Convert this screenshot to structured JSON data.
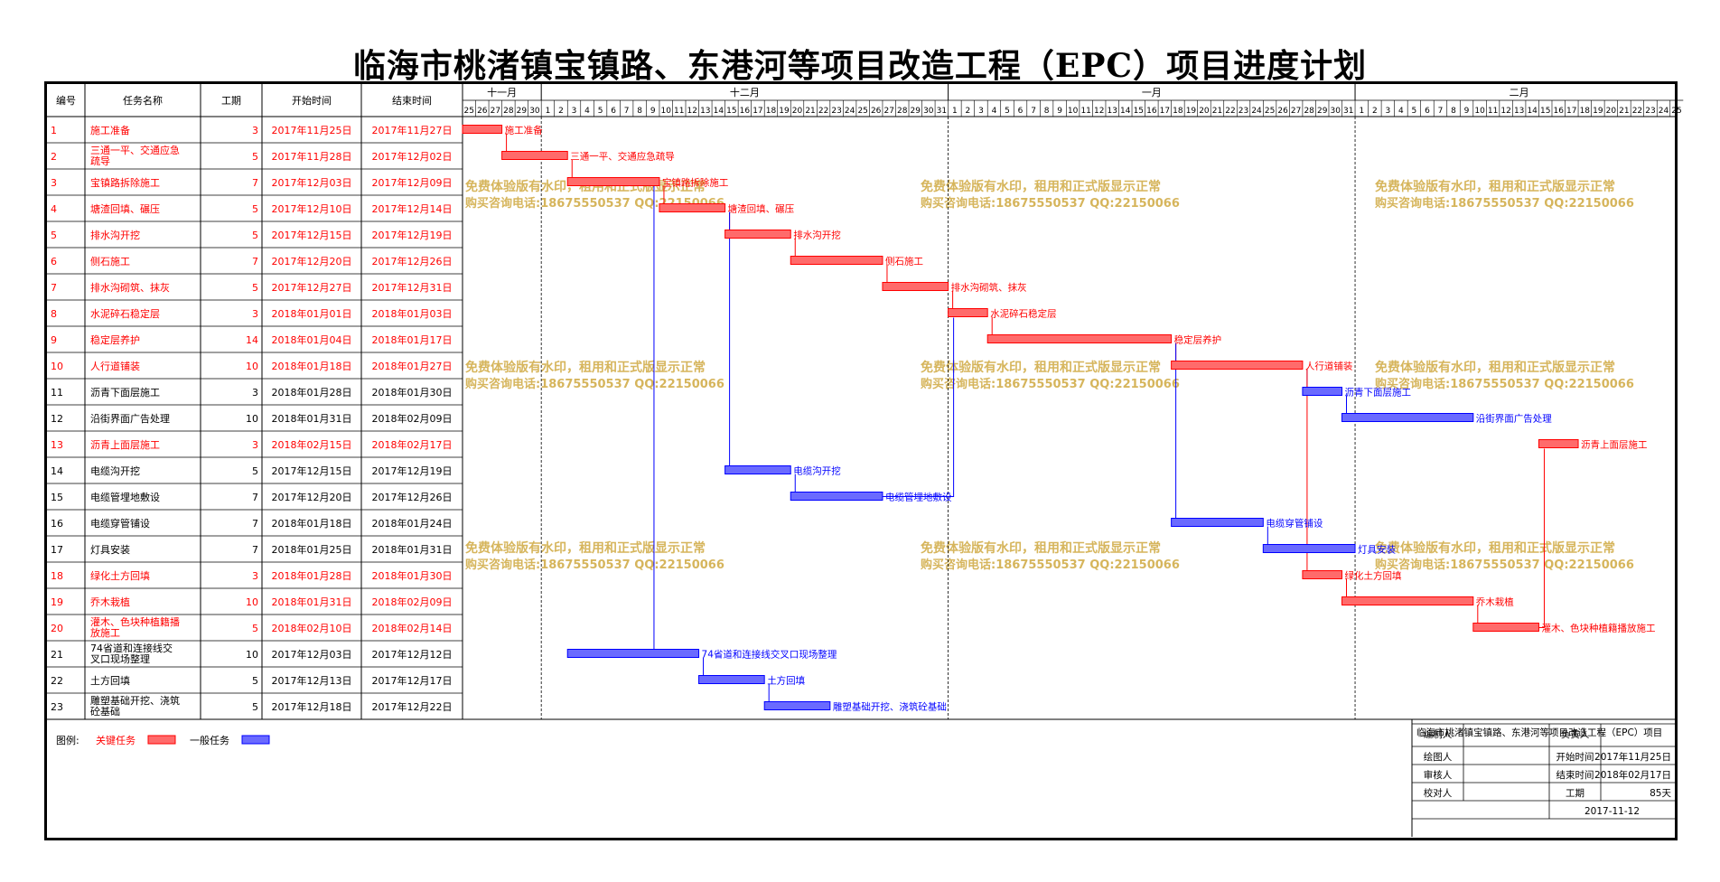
{
  "title": "临海市桃渚镇宝镇路、东港河等项目改造工程（EPC）项目进度计划",
  "colors": {
    "critical": "#ff0000",
    "critical_fill": "#ff6b6b",
    "normal": "#0000ff",
    "normal_fill": "#6a6aff",
    "watermark": "#d6b55c",
    "normal_text": "#000000"
  },
  "table_headers": [
    "编号",
    "任务名称",
    "工期",
    "开始时间",
    "结束时间"
  ],
  "months": [
    {
      "label": "十一月",
      "days": [
        25,
        26,
        27,
        28,
        29,
        30
      ]
    },
    {
      "label": "十二月",
      "days": [
        1,
        2,
        3,
        4,
        5,
        6,
        7,
        8,
        9,
        10,
        11,
        12,
        13,
        14,
        15,
        16,
        17,
        18,
        19,
        20,
        21,
        22,
        23,
        24,
        25,
        26,
        27,
        28,
        29,
        30,
        31
      ]
    },
    {
      "label": "一月",
      "days": [
        1,
        2,
        3,
        4,
        5,
        6,
        7,
        8,
        9,
        10,
        11,
        12,
        13,
        14,
        15,
        16,
        17,
        18,
        19,
        20,
        21,
        22,
        23,
        24,
        25,
        26,
        27,
        28,
        29,
        30,
        31
      ]
    },
    {
      "label": "二月",
      "days": [
        1,
        2,
        3,
        4,
        5,
        6,
        7,
        8,
        9,
        10,
        11,
        12,
        13,
        14,
        15,
        16,
        17,
        18,
        19,
        20,
        21,
        22,
        23,
        24,
        25
      ]
    }
  ],
  "chart_data": {
    "type": "gantt",
    "title": "临海市桃渚镇宝镇路、东港河等项目改造工程（EPC）项目进度计划",
    "timeline_start": "2017-11-25",
    "timeline_end": "2018-02-25",
    "tasks": [
      {
        "id": "1",
        "name": "施工准备",
        "duration": 3,
        "start": "2017年11月25日",
        "end": "2017年11月27日",
        "critical": true,
        "bar_label": "施工准备"
      },
      {
        "id": "2",
        "name": "三通一平、交通应急疏导",
        "duration": 5,
        "start": "2017年11月28日",
        "end": "2017年12月02日",
        "critical": true,
        "bar_label": "三通一平、交通应急疏导"
      },
      {
        "id": "3",
        "name": "宝镇路拆除施工",
        "duration": 7,
        "start": "2017年12月03日",
        "end": "2017年12月09日",
        "critical": true,
        "bar_label": "宝镇路拆除施工"
      },
      {
        "id": "4",
        "name": "塘渣回填、碾压",
        "duration": 5,
        "start": "2017年12月10日",
        "end": "2017年12月14日",
        "critical": true,
        "bar_label": "塘渣回填、碾压"
      },
      {
        "id": "5",
        "name": "排水沟开挖",
        "duration": 5,
        "start": "2017年12月15日",
        "end": "2017年12月19日",
        "critical": true,
        "bar_label": "排水沟开挖"
      },
      {
        "id": "6",
        "name": "侧石施工",
        "duration": 7,
        "start": "2017年12月20日",
        "end": "2017年12月26日",
        "critical": true,
        "bar_label": "侧石施工"
      },
      {
        "id": "7",
        "name": "排水沟砌筑、抹灰",
        "duration": 5,
        "start": "2017年12月27日",
        "end": "2017年12月31日",
        "critical": true,
        "bar_label": "排水沟砌筑、抹灰"
      },
      {
        "id": "8",
        "name": "水泥碎石稳定层",
        "duration": 3,
        "start": "2018年01月01日",
        "end": "2018年01月03日",
        "critical": true,
        "bar_label": "水泥碎石稳定层"
      },
      {
        "id": "9",
        "name": "稳定层养护",
        "duration": 14,
        "start": "2018年01月04日",
        "end": "2018年01月17日",
        "critical": true,
        "bar_label": "稳定层养护"
      },
      {
        "id": "10",
        "name": "人行道铺装",
        "duration": 10,
        "start": "2018年01月18日",
        "end": "2018年01月27日",
        "critical": true,
        "bar_label": "人行道铺装"
      },
      {
        "id": "11",
        "name": "沥青下面层施工",
        "duration": 3,
        "start": "2018年01月28日",
        "end": "2018年01月30日",
        "critical": false,
        "bar_label": "沥青下面层施工"
      },
      {
        "id": "12",
        "name": "沿街界面广告处理",
        "duration": 10,
        "start": "2018年01月31日",
        "end": "2018年02月09日",
        "critical": false,
        "bar_label": "沿街界面广告处理"
      },
      {
        "id": "13",
        "name": "沥青上面层施工",
        "duration": 3,
        "start": "2018年02月15日",
        "end": "2018年02月17日",
        "critical": true,
        "bar_label": "沥青上面层施工"
      },
      {
        "id": "14",
        "name": "电缆沟开挖",
        "duration": 5,
        "start": "2017年12月15日",
        "end": "2017年12月19日",
        "critical": false,
        "bar_label": "电缆沟开挖"
      },
      {
        "id": "15",
        "name": "电缆管埋地敷设",
        "duration": 7,
        "start": "2017年12月20日",
        "end": "2017年12月26日",
        "critical": false,
        "bar_label": "电缆管埋地敷设"
      },
      {
        "id": "16",
        "name": "电缆穿管铺设",
        "duration": 7,
        "start": "2018年01月18日",
        "end": "2018年01月24日",
        "critical": false,
        "bar_label": "电缆穿管铺设"
      },
      {
        "id": "17",
        "name": "灯具安装",
        "duration": 7,
        "start": "2018年01月25日",
        "end": "2018年01月31日",
        "critical": false,
        "bar_label": "灯具安装"
      },
      {
        "id": "18",
        "name": "绿化土方回填",
        "duration": 3,
        "start": "2018年01月28日",
        "end": "2018年01月30日",
        "critical": true,
        "bar_label": "绿化土方回填"
      },
      {
        "id": "19",
        "name": "乔木栽植",
        "duration": 10,
        "start": "2018年01月31日",
        "end": "2018年02月09日",
        "critical": true,
        "bar_label": "乔木栽植"
      },
      {
        "id": "20",
        "name": "灌木、色块种植籍播放施工",
        "duration": 5,
        "start": "2018年02月10日",
        "end": "2018年02月14日",
        "critical": true,
        "bar_label": "灌木、色块种植籍播放施工"
      },
      {
        "id": "21",
        "name": "74省道和连接线交叉口现场整理",
        "duration": 10,
        "start": "2017年12月03日",
        "end": "2017年12月12日",
        "critical": false,
        "bar_label": "74省道和连接线交叉口现场整理"
      },
      {
        "id": "22",
        "name": "土方回填",
        "duration": 5,
        "start": "2017年12月13日",
        "end": "2017年12月17日",
        "critical": false,
        "bar_label": "土方回填"
      },
      {
        "id": "23",
        "name": "雕塑基础开挖、浇筑砼基础",
        "duration": 5,
        "start": "2017年12月18日",
        "end": "2017年12月22日",
        "critical": false,
        "bar_label": "雕塑基础开挖、浇筑砼基础"
      }
    ],
    "legend": [
      {
        "label": "关键任务",
        "critical": true
      },
      {
        "label": "一般任务",
        "critical": false
      }
    ]
  },
  "legend_title": "图例:",
  "watermark": {
    "line1": "免费体验版有水印，租用和正式版显示正常",
    "line2": "购买咨询电话:18675550537 QQ:22150066"
  },
  "info_box": {
    "title": "临海市桃渚镇宝镇路、东港河等项目改造工程（EPC）项目",
    "rows": [
      [
        "编制人",
        "",
        "负责人",
        ""
      ],
      [
        "绘图人",
        "",
        "开始时间",
        "2017年11月25日"
      ],
      [
        "审核人",
        "",
        "结束时间",
        "2018年02月17日"
      ],
      [
        "校对人",
        "",
        "工期",
        "85天"
      ]
    ],
    "date": "2017-11-12"
  }
}
